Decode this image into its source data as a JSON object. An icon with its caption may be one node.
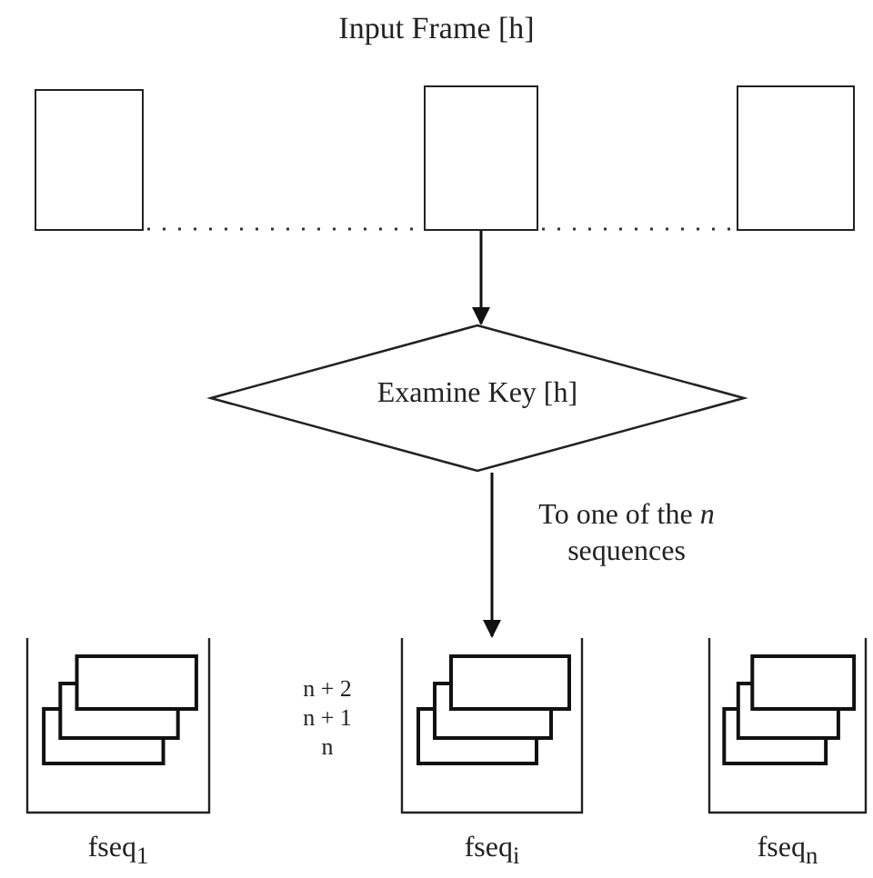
{
  "diagram": {
    "title": "Input Frame [h]",
    "nodes": [
      {
        "text": [],
        "shape": "box"
      },
      {
        "text": [],
        "shape": "box"
      },
      {
        "text": [],
        "shape": "box"
      },
      {
        "text": [
          "Examine Key [h]"
        ]
      },
      {
        "text": [
          "fseq$_{1}$"
        ]
      },
      {
        "text": [
          "fseq$_{i}$"
        ]
      },
      {
        "text": [
          "fseq$_{n}$"
        ]
      }
    ],
    "edges": [
      {
        "from": 0,
        "to": 1,
        "arrow": "none",
        "style": "dashed"
      },
      {
        "from": 1,
        "to": 2,
        "arrow": "none",
        "style": "dashed"
      },
      {
        "from": 1,
        "to": 3,
        "arrow": "to"
      },
      {
        "from": 3,
        "to": 5,
        "arrow": "to",
        "label": "To one of the *n* sequences"
      }
    ],
    "labels": [
      "n + 2",
      "n + 1",
      "n"
    ]
  }
}
